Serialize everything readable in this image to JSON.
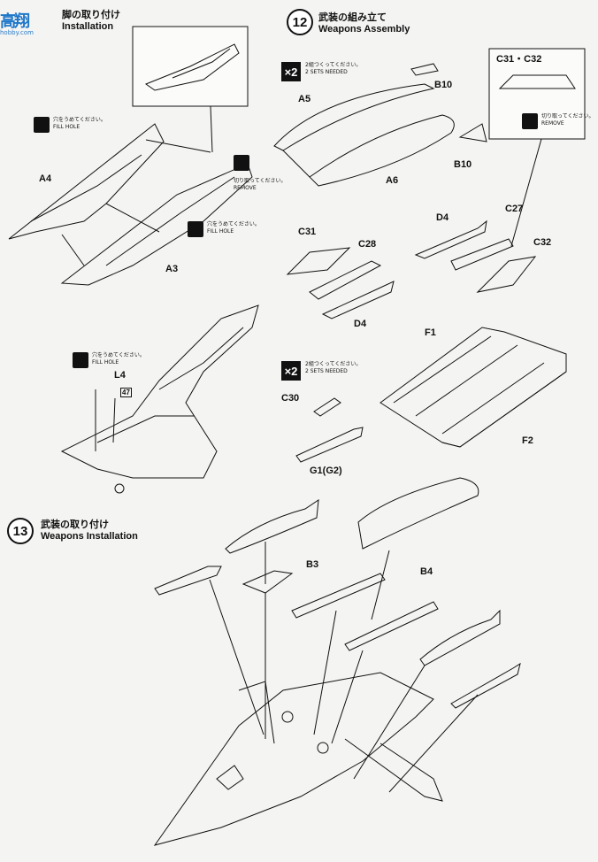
{
  "watermark": {
    "text": "高翔",
    "sub": "hobby.com"
  },
  "step11": {
    "title_jp": "脚の取り付け",
    "title_en": "Installation"
  },
  "step12": {
    "number": "12",
    "title_jp": "武装の組み立て",
    "title_en": "Weapons Assembly"
  },
  "step13": {
    "number": "13",
    "title_jp": "武装の取り付け",
    "title_en": "Weapons Installation"
  },
  "notes": {
    "fill_jp": "穴をうめてください。",
    "fill_en": "FILL HOLE",
    "remove_jp": "切り取ってください。",
    "remove_en": "REMOVE",
    "sets_jp": "2組つくってください。",
    "sets_en": "2 SETS NEEDED",
    "x2": "×2"
  },
  "parts": {
    "a4": "A4",
    "a3": "A3",
    "a5": "A5",
    "a6": "A6",
    "b10a": "B10",
    "b10b": "B10",
    "c31c32": "C31・C32",
    "c31": "C31",
    "c28": "C28",
    "d4a": "D4",
    "d4b": "D4",
    "c27": "C27",
    "c32": "C32",
    "l4": "L4",
    "n47": "47",
    "c30": "C30",
    "g1": "G1(G2)",
    "f1": "F1",
    "f2": "F2",
    "b3": "B3",
    "b4": "B4"
  }
}
